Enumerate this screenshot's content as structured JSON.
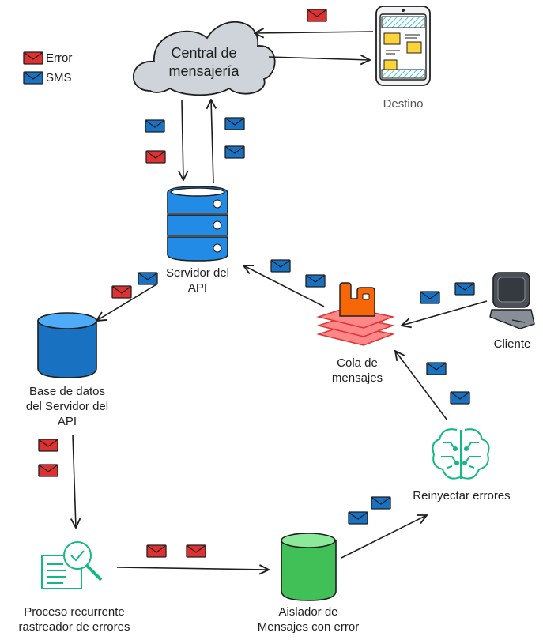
{
  "legend": {
    "error_label": "Error",
    "sms_label": "SMS"
  },
  "colors": {
    "error": "#e03131",
    "sms": "#1971c2",
    "server": "#228be6",
    "queue": "#ff8787",
    "isolator": "#40c057",
    "teal": "#12b886"
  },
  "nodes": {
    "central": "Central de\nmensajería",
    "destino": "Destino",
    "servidor": "Servidor del\nAPI",
    "base_datos": "Base de datos\ndel Servidor del\nAPI",
    "cola": "Cola de\nmensajes",
    "cliente": "Cliente",
    "reinyectar": "Reinyectar errores",
    "aislador": "Aislador de\nMensajes con error",
    "proceso": "Proceso recurrente\nrastreador de errores"
  }
}
